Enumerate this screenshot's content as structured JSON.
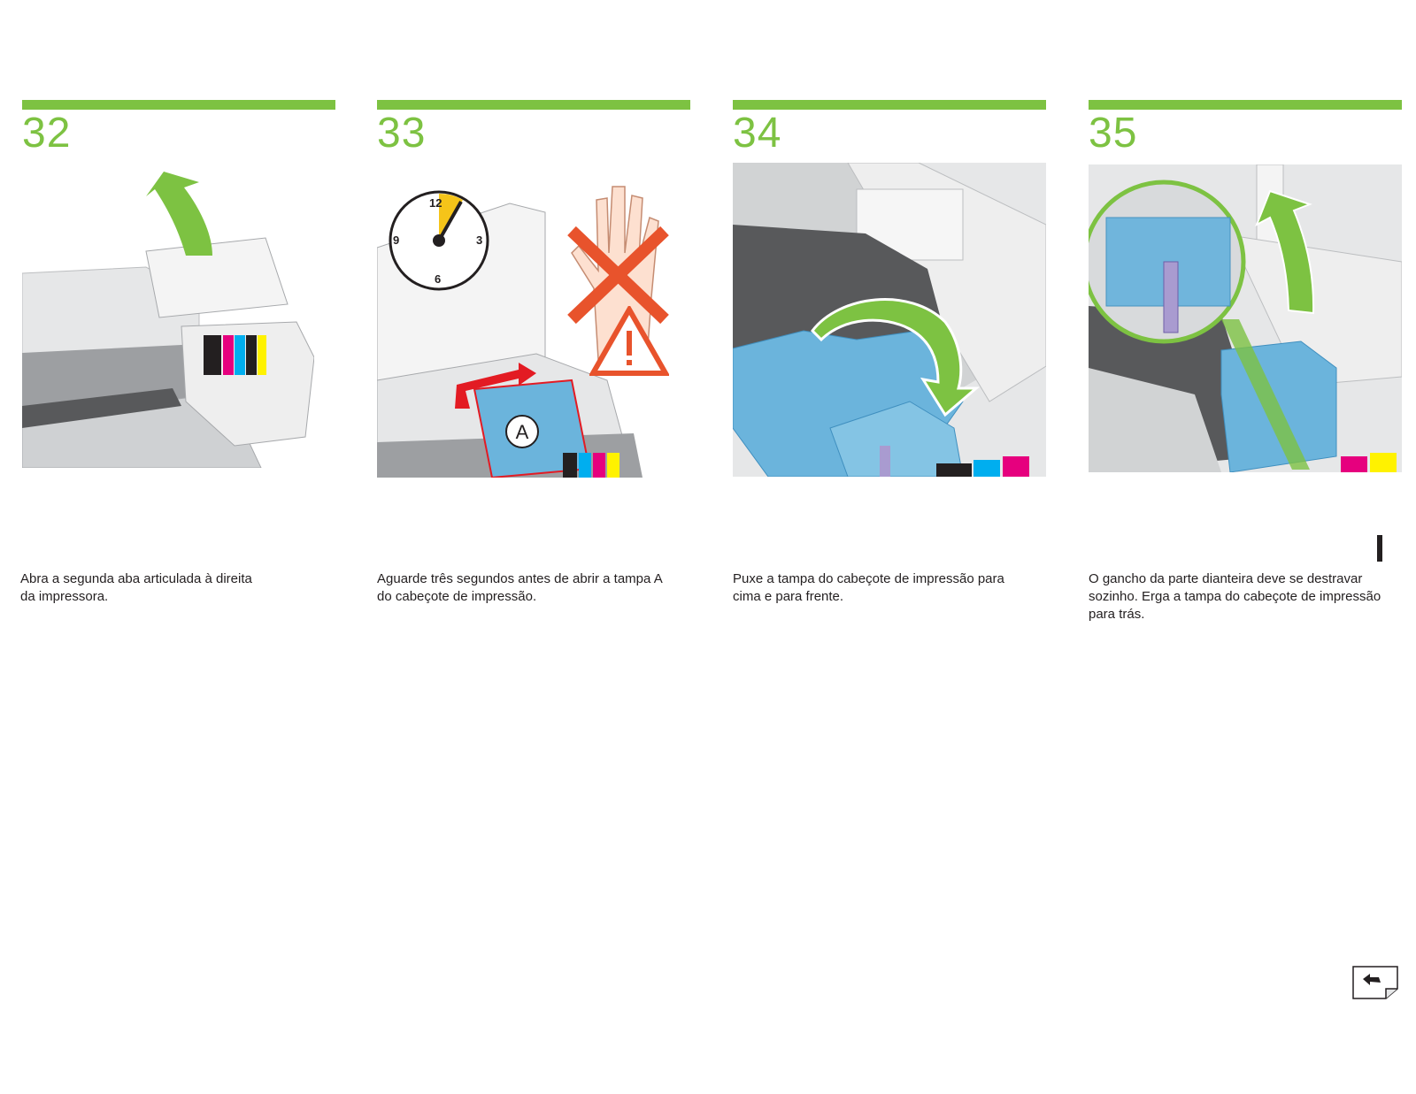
{
  "steps": [
    {
      "number": "32",
      "caption_lines": [
        "Abra a segunda aba articulada à direita",
        "da impressora."
      ]
    },
    {
      "number": "33",
      "caption_lines": [
        "Aguarde três segundos antes de abrir a tampa A",
        "do cabeçote de impressão."
      ],
      "clock_labels": [
        "12",
        "3",
        "6",
        "9"
      ],
      "callout_label": "A"
    },
    {
      "number": "34",
      "caption_lines": [
        "Puxe a tampa do cabeçote de impressão para",
        "cima e para frente."
      ]
    },
    {
      "number": "35",
      "caption_lines": [
        "O gancho da parte dianteira deve se destravar",
        "sozinho. Erga a tampa do cabeçote de impressão",
        "para trás."
      ]
    }
  ],
  "icons": {
    "back": "return-arrow-icon",
    "warning": "warning-triangle-icon",
    "no_touch": "do-not-touch-icon",
    "timer": "clock-icon"
  },
  "colors": {
    "accent_green": "#7dc242",
    "text": "#231f20",
    "warning_orange": "#e8532c",
    "clock_yellow": "#f5c419",
    "printhead_blue": "#6bb4dc"
  }
}
